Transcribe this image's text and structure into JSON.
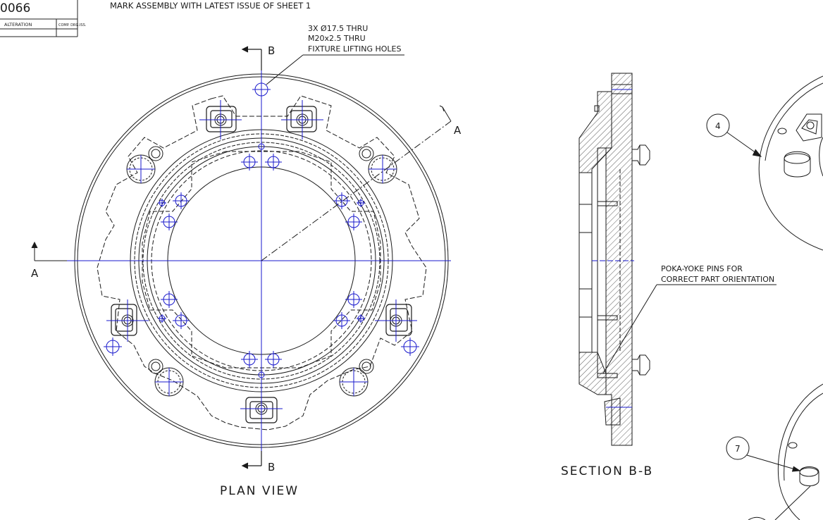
{
  "title_block": {
    "drawing_number": "0066",
    "column_alteration": "ALTERATION",
    "column_comp": "COMP. DRG.ISS."
  },
  "note_top": "MARK ASSEMBLY WITH LATEST ISSUE OF SHEET 1",
  "lifting_note": {
    "line1": "3X Ø17.5 THRU",
    "line2": "M20x2.5 THRU",
    "line3": "FIXTURE LIFTING HOLES"
  },
  "poka_note": {
    "line1": "POKA-YOKE PINS FOR",
    "line2": "CORRECT PART ORIENTATION"
  },
  "section_marks": {
    "b_top": "B",
    "b_bottom": "B",
    "a_right": "A",
    "a_left": "A"
  },
  "view_labels": {
    "plan": "PLAN VIEW",
    "section": "SECTION B-B"
  },
  "balloons": {
    "b4": "4",
    "b7": "7"
  },
  "colors": {
    "line": "#1a1a1a",
    "centerline": "#1a1acc",
    "paper": "#ffffff"
  }
}
